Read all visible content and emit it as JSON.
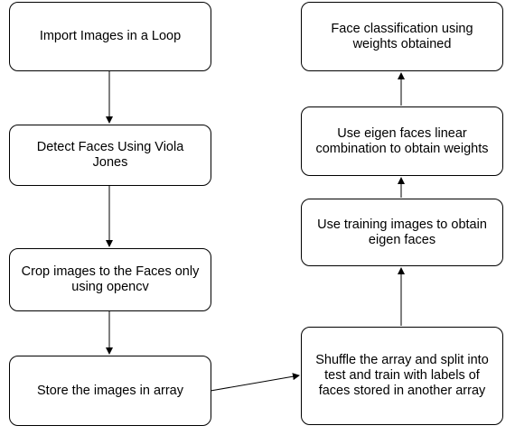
{
  "nodes": {
    "import": "Import Images in a Loop",
    "detect": "Detect Faces Using Viola Jones",
    "crop": "Crop images to the Faces only using opencv",
    "store": "Store the images in array",
    "shuffle": "Shuffle the array and split into test and train with labels of faces stored in another array",
    "train": "Use training images to obtain eigen faces",
    "combine": "Use eigen faces linear combination to obtain weights",
    "classify": "Face classification using weights obtained"
  },
  "colors": {
    "stroke": "#000000",
    "fill": "#ffffff",
    "text": "#000000"
  }
}
